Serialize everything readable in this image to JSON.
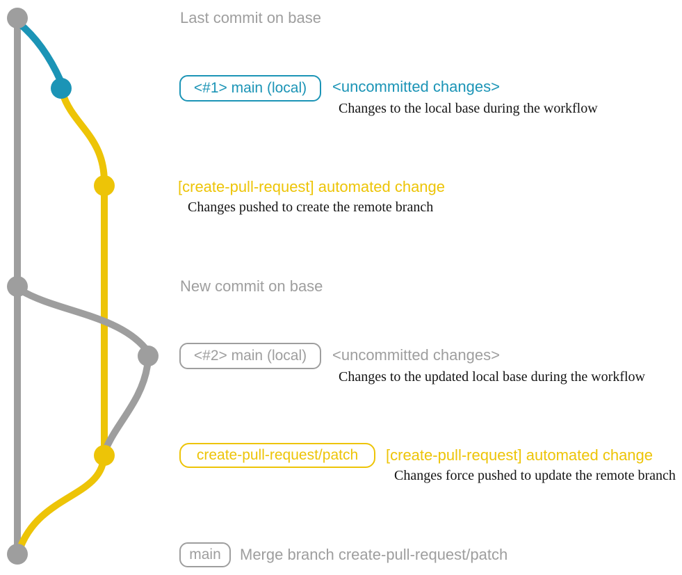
{
  "colors": {
    "gray": "#9e9e9e",
    "blue": "#1b94b6",
    "yellow": "#edc407",
    "ink": "#141414",
    "background": "#ffffff"
  },
  "rows": {
    "last_commit": {
      "title": "Last commit on base"
    },
    "uncommitted_1": {
      "badge": "<#1> main (local)",
      "status": "<uncommitted changes>",
      "description": "Changes to the local base during the workflow"
    },
    "automated_1": {
      "label": "[create-pull-request] automated change",
      "description": "Changes pushed to create the remote branch"
    },
    "new_commit": {
      "title": "New commit on base"
    },
    "uncommitted_2": {
      "badge": "<#2> main (local)",
      "status": "<uncommitted changes>",
      "description": "Changes to the updated local base during the workflow"
    },
    "automated_2": {
      "badge": "create-pull-request/patch",
      "label": "[create-pull-request] automated change",
      "description": "Changes force pushed to update the remote branch"
    },
    "merge": {
      "badge": "main",
      "label": "Merge branch create-pull-request/patch"
    }
  }
}
